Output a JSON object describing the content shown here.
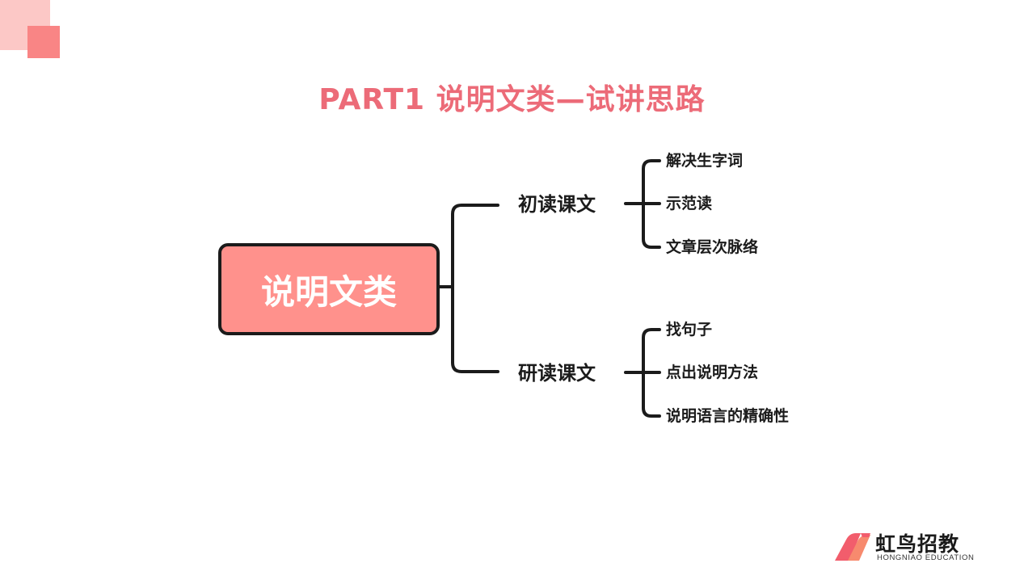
{
  "title": "PART1 说明文类—试讲思路",
  "root": {
    "label": "说明文类"
  },
  "branches": [
    {
      "label": "初读课文",
      "children": [
        "解决生字词",
        "示范读",
        "文章层次脉络"
      ]
    },
    {
      "label": "研读课文",
      "children": [
        "找句子",
        "点出说明方法",
        "说明语言的精确性"
      ]
    }
  ],
  "logo": {
    "name_cn": "虹鸟招教",
    "name_en": "HONGNIAO EDUCATION"
  },
  "colors": {
    "accent": "#ec6b78",
    "root_fill": "#ff918c",
    "deco_light": "#fcc8c6",
    "deco_dark": "#f98585",
    "line": "#1b1b1b"
  }
}
